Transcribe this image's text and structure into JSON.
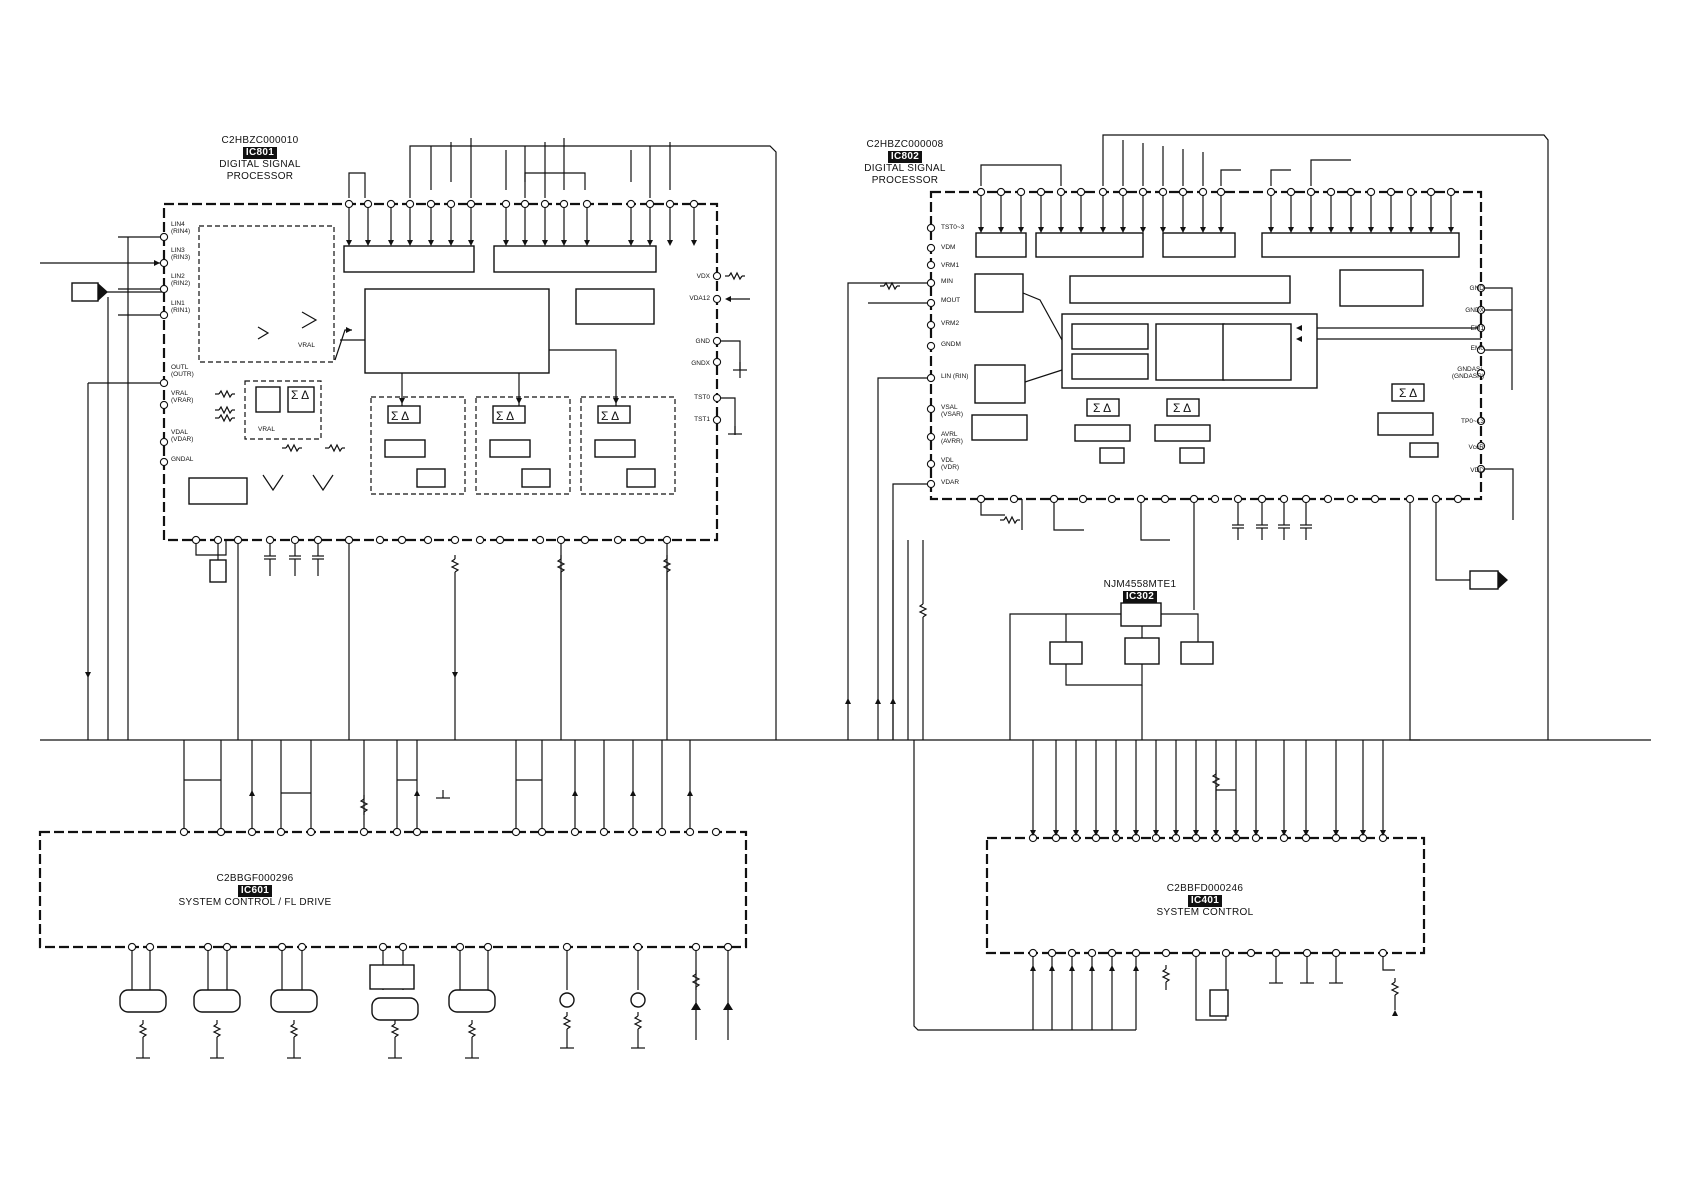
{
  "ic801": {
    "part": "C2HBZC000010",
    "ref": "IC801",
    "func1": "DIGITAL SIGNAL",
    "func2": "PROCESSOR",
    "pins_left": [
      "LIN4\n(RIN4)",
      "LIN3\n(RIN3)",
      "LIN2\n(RIN2)",
      "LIN1\n(RIN1)",
      "OUTL\n(OUTR)",
      "VRAL\n(VRAR)",
      "VDAL\n(VDAR)",
      "GNDAL"
    ],
    "pins_right": [
      "VDX",
      "VDA12",
      "GND",
      "GNDX",
      "TST0",
      "TST1"
    ],
    "vral": "VRAL",
    "vral2": "VRAL"
  },
  "ic802": {
    "part": "C2HBZC000008",
    "ref": "IC802",
    "func1": "DIGITAL SIGNAL",
    "func2": "PROCESSOR",
    "pins_left": [
      "TST0~3",
      "VDM",
      "VRM1",
      "MIN",
      "MOUT",
      "VRM2",
      "GNDM",
      "LIN (RIN)",
      "VSAL\n(VSAR)",
      "AVRL\n(AVRR)",
      "VDL\n(VDR)",
      "VDAR"
    ],
    "pins_right": [
      "GND",
      "GNDX",
      "EM1",
      "EM0",
      "GNDASL\n(GNDASR)",
      "TP0~13",
      "VccR",
      "VDD"
    ]
  },
  "ic302": {
    "part": "NJM4558MTE1",
    "ref": "IC302"
  },
  "ic601": {
    "part": "C2BBGF000296",
    "ref": "IC601",
    "func": "SYSTEM  CONTROL  /  FL  DRIVE"
  },
  "ic401": {
    "part": "C2BBFD000246",
    "ref": "IC401",
    "func": "SYSTEM  CONTROL"
  },
  "symbols": {
    "sigma_delta": "Σ Δ"
  }
}
